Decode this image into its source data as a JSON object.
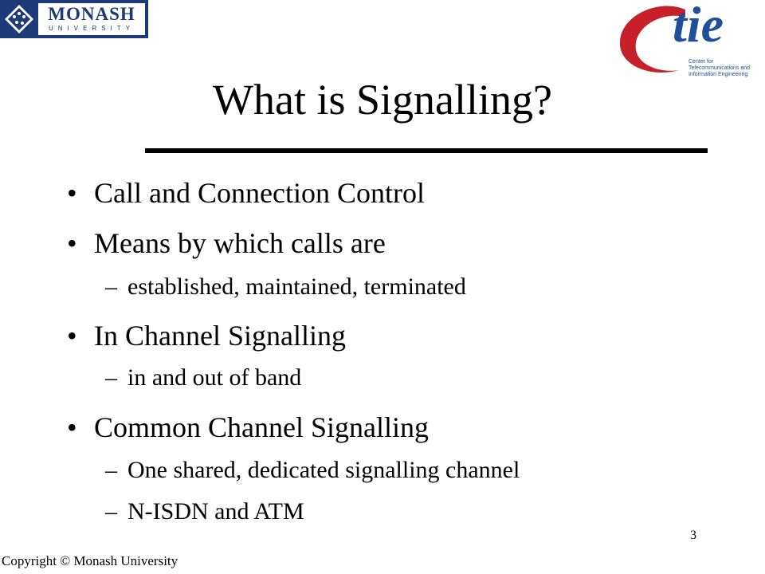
{
  "logos": {
    "monash": {
      "name": "MONASH",
      "subtitle": "UNIVERSITY"
    },
    "ctie": {
      "mark": "tie",
      "caption": "Center for Telecommunications and Information Engineering"
    }
  },
  "slide": {
    "title": "What is Signalling?",
    "items": [
      {
        "level": 1,
        "marker": "•",
        "text": "Call and Connection Control"
      },
      {
        "level": 1,
        "marker": "•",
        "text": "Means by which calls are"
      },
      {
        "level": 2,
        "marker": "–",
        "text": "established, maintained, terminated"
      },
      {
        "level": 1,
        "marker": "•",
        "text": "In Channel Signalling"
      },
      {
        "level": 2,
        "marker": "–",
        "text": "in and out of band"
      },
      {
        "level": 1,
        "marker": "•",
        "text": "Common Channel Signalling"
      },
      {
        "level": 2,
        "marker": "–",
        "text": "One shared, dedicated signalling channel"
      },
      {
        "level": 2,
        "marker": "–",
        "text": "N-ISDN and ATM"
      }
    ],
    "page_number": "3",
    "copyright": "Copyright © Monash University"
  },
  "colors": {
    "monash_blue": "#1c3a78",
    "ctie_red": "#c8202a",
    "ctie_blue": "#1f4e9a"
  }
}
